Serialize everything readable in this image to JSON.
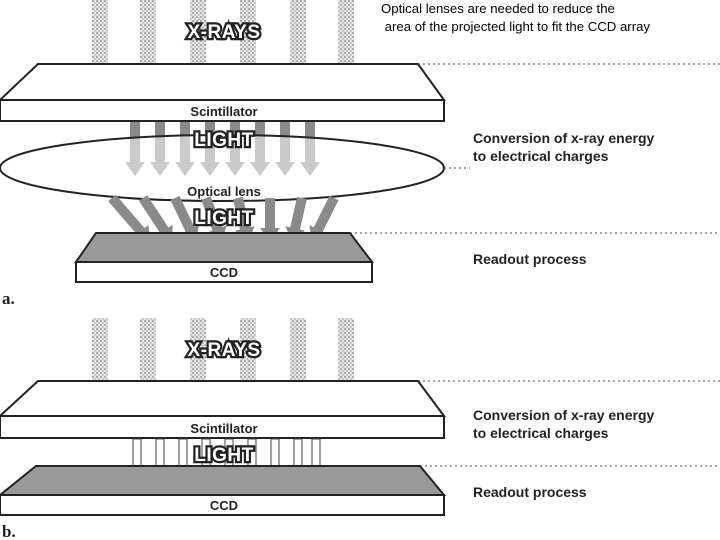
{
  "note": {
    "line1": "Optical lenses are needed to reduce the",
    "line2": " area of the projected light to fit the CCD array"
  },
  "panel_a": {
    "label": "a.",
    "xrays": "X-RAYS",
    "scintillator": "Scintillator",
    "light_top": "LIGHT",
    "lens": "Optical lens",
    "light_bottom": "LIGHT",
    "ccd": "CCD",
    "caption_conversion_1": "Conversion of x-ray energy",
    "caption_conversion_2": "to electrical charges",
    "caption_readout": "Readout process"
  },
  "panel_b": {
    "label": "b.",
    "xrays": "X-RAYS",
    "scintillator": "Scintillator",
    "light": "LIGHT",
    "ccd": "CCD",
    "caption_conversion_1": "Conversion of x-ray energy",
    "caption_conversion_2": "to electrical charges",
    "caption_readout": "Readout process"
  },
  "colors": {
    "plate_fill": "#ffffff",
    "ccd_top": "#999999",
    "arrow": "#8a8a8a",
    "outline": "#222222"
  }
}
